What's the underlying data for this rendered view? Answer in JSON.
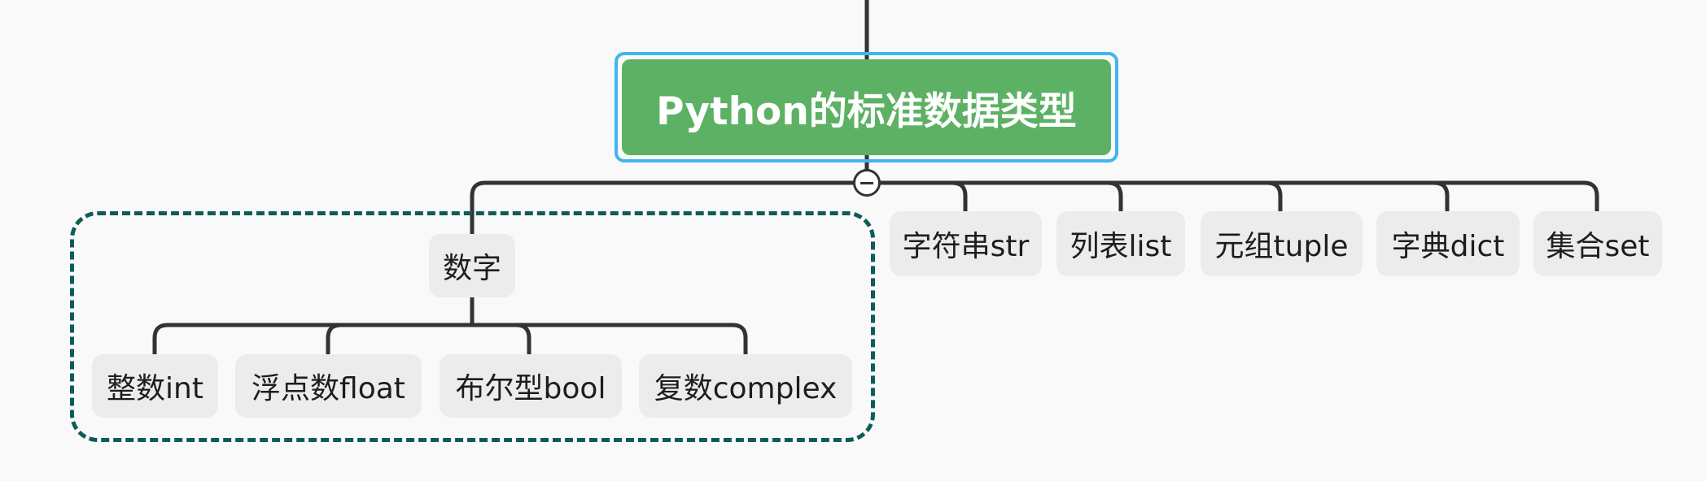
{
  "diagram": {
    "root": {
      "label": "Python的标准数据类型"
    },
    "collapse_control": {
      "icon": "minus-circle-icon",
      "state": "expanded"
    },
    "branches": [
      {
        "label": "数字",
        "children": [
          {
            "label": "整数int"
          },
          {
            "label": "浮点数float"
          },
          {
            "label": "布尔型bool"
          },
          {
            "label": "复数complex"
          }
        ]
      },
      {
        "label": "字符串str"
      },
      {
        "label": "列表list"
      },
      {
        "label": "元组tuple"
      },
      {
        "label": "字典dict"
      },
      {
        "label": "集合set"
      }
    ]
  },
  "colors": {
    "root_fill": "#5db165",
    "root_selection": "#3fb6ec",
    "boundary": "#0f5c57",
    "node_fill": "#ececec",
    "connector": "#333333"
  }
}
